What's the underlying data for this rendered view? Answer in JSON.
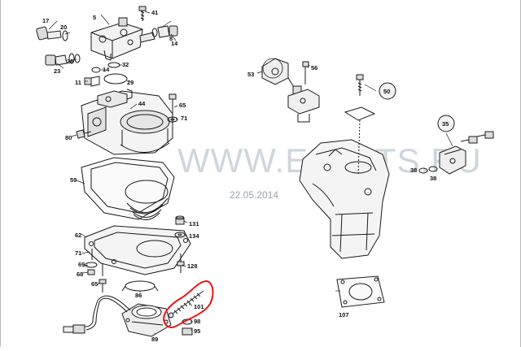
{
  "watermark": "WWW.ELCATS.RU",
  "date_stamp": "22.05.2014",
  "callouts": {
    "c17": "17",
    "c20": "20",
    "c5": "5",
    "c41": "41",
    "c14a": "14",
    "c8": "8",
    "c26": "26",
    "c32": "32",
    "c23": "23",
    "c14b": "14",
    "c29": "29",
    "c11": "11",
    "c44": "44",
    "c65": "65",
    "c71a": "71",
    "c80": "80",
    "c59": "59",
    "c131": "131",
    "c62": "62",
    "c134": "134",
    "c71b": "71",
    "c69": "69",
    "c128": "128",
    "c68": "68",
    "c65b": "65",
    "c86": "86",
    "c101": "101",
    "c98": "98",
    "c95": "95",
    "c89": "89",
    "c53": "53",
    "c56": "56",
    "c50": "50",
    "c35": "35",
    "c38a": "38",
    "c38b": "38",
    "c107": "107"
  },
  "highlight_color": "#e8141c",
  "line_color": "#1a1a1a"
}
